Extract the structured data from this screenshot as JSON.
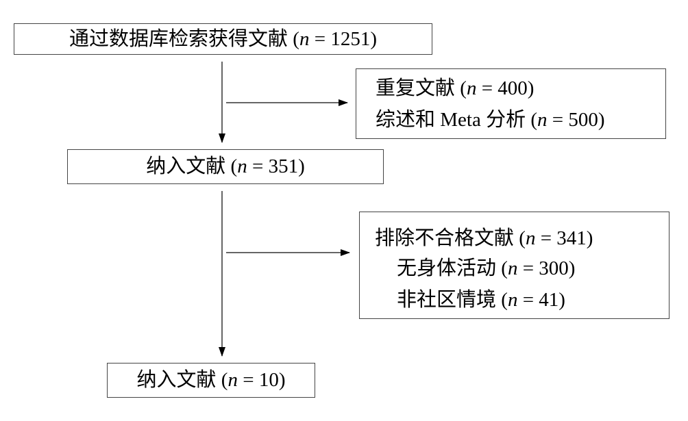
{
  "nodes": {
    "search": {
      "label": "通过数据库检索获得文献",
      "n": "1251"
    },
    "excluded1": {
      "lines": [
        {
          "label": "重复文献",
          "n": "400"
        },
        {
          "label": "综述和 Meta 分析",
          "n": "500"
        }
      ]
    },
    "included1": {
      "label": "纳入文献",
      "n": "351"
    },
    "excluded2": {
      "lines": [
        {
          "label": "排除不合格文献",
          "n": "341"
        },
        {
          "label": "无身体活动",
          "n": "300"
        },
        {
          "label": "非社区情境",
          "n": "41"
        }
      ]
    },
    "included2": {
      "label": "纳入文献",
      "n": "10"
    }
  },
  "n_symbol": "n",
  "colors": {
    "border": "#444444",
    "line": "#333333",
    "text": "#000000"
  }
}
